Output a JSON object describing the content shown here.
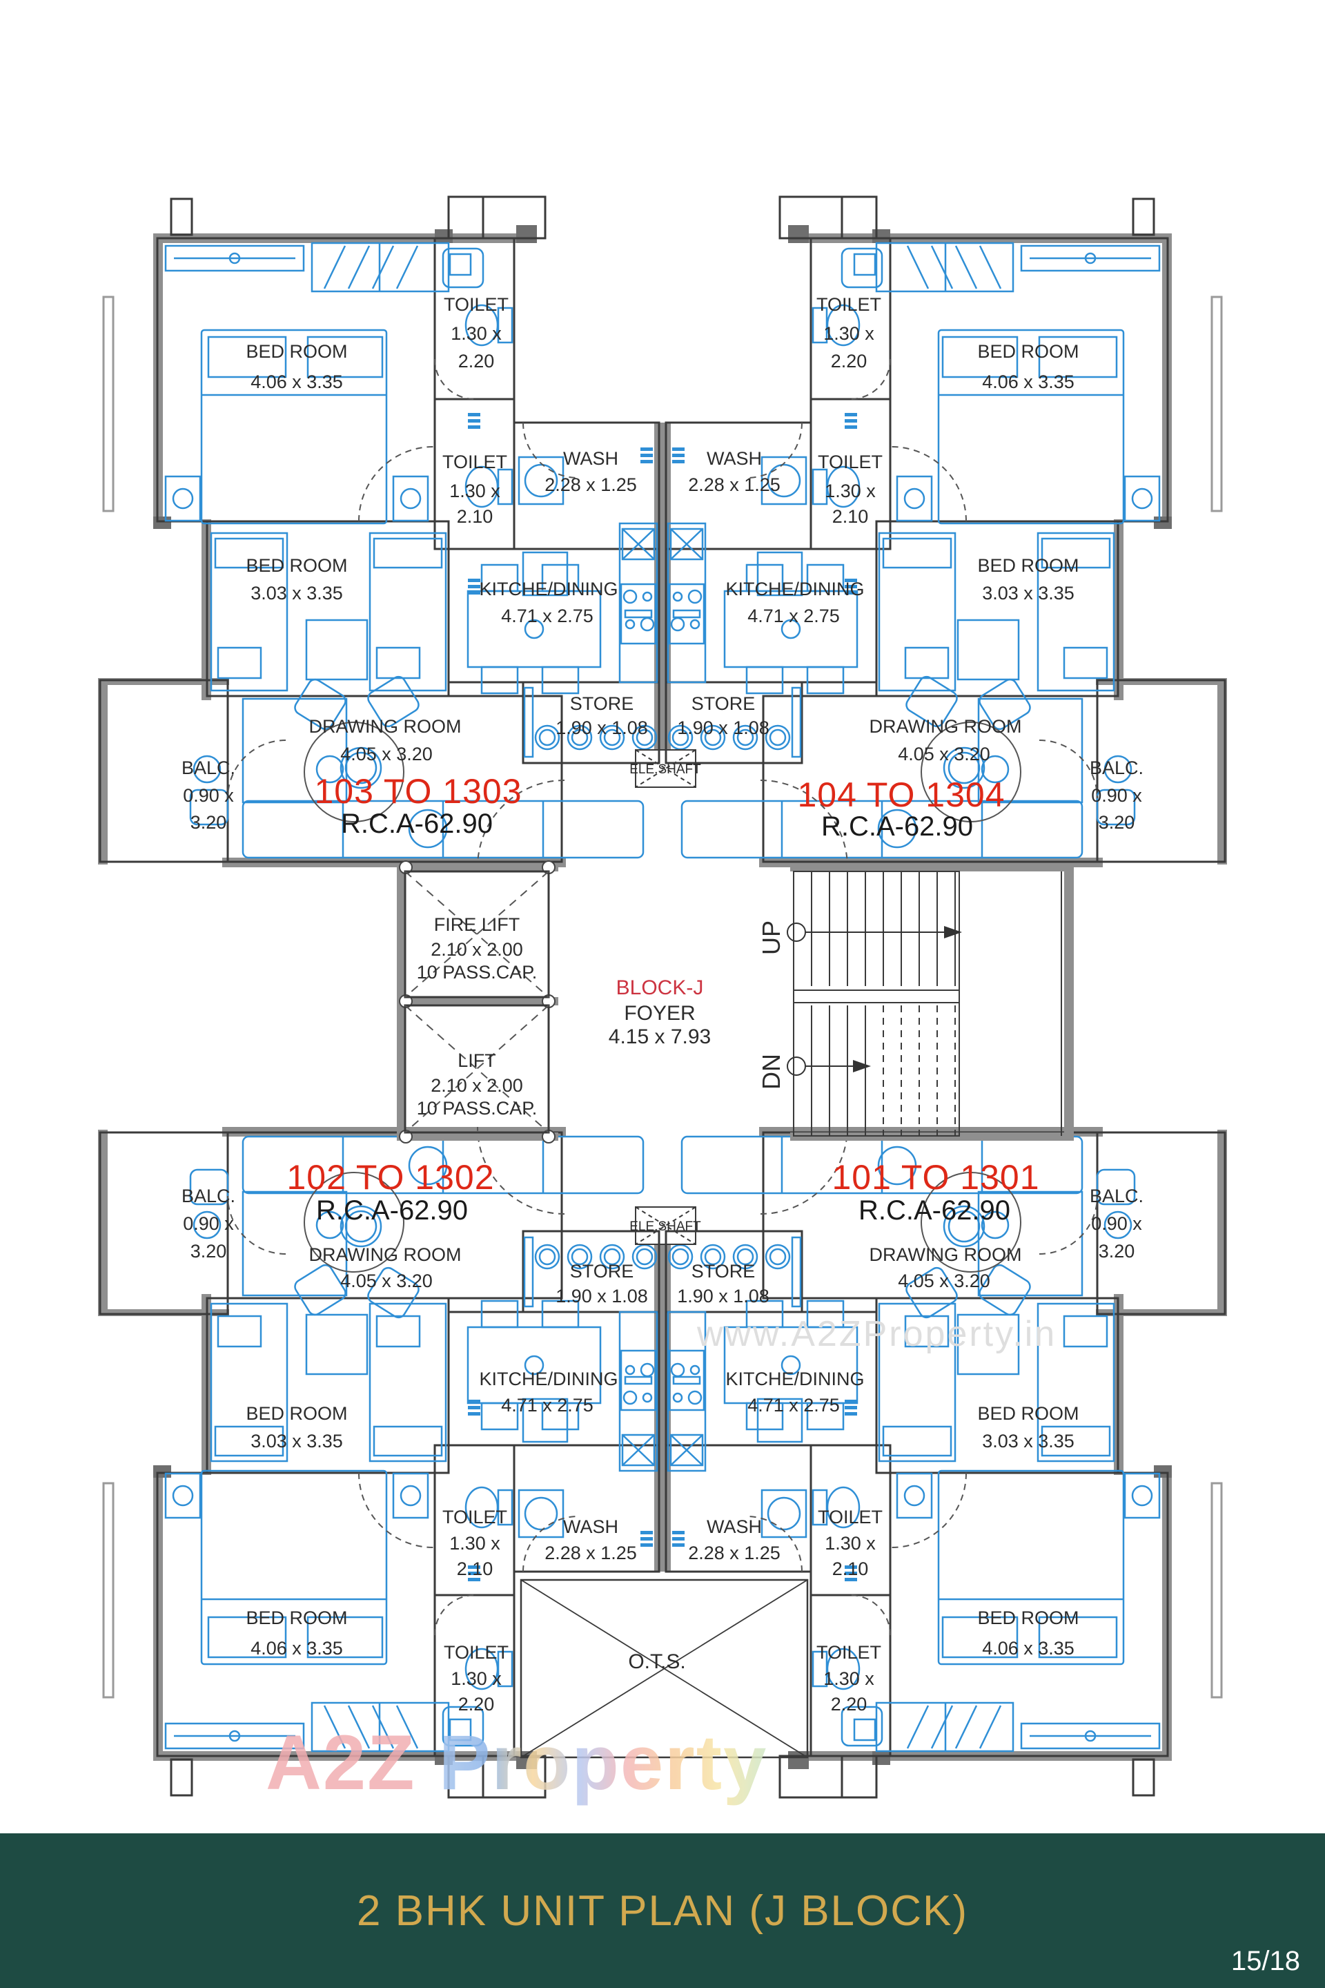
{
  "page": {
    "number": "15/18"
  },
  "footer": {
    "title": "2 BHK UNIT PLAN (J BLOCK)"
  },
  "watermarks": {
    "center": "www.A2ZProperty.in",
    "brand_a2z": "A2Z",
    "brand_property": "Property"
  },
  "units": {
    "u103": {
      "label": "103 TO 1303",
      "rca": "R.C.A-62.90"
    },
    "u104": {
      "label": "104 TO 1304",
      "rca": "R.C.A-62.90"
    },
    "u102": {
      "label": "102 TO 1302",
      "rca": "R.C.A-62.90"
    },
    "u101": {
      "label": "101 TO 1301",
      "rca": "R.C.A-62.90"
    }
  },
  "rooms": {
    "bedroom_big": {
      "name": "BED ROOM",
      "dims": "4.06 x 3.35"
    },
    "bedroom_small": {
      "name": "BED ROOM",
      "dims": "3.03 x 3.35"
    },
    "toilet_a": {
      "name": "TOILET",
      "d1": "1.30 x",
      "d2": "2.20"
    },
    "toilet_b": {
      "name": "TOILET",
      "d1": "1.30 x",
      "d2": "2.10"
    },
    "wash": {
      "name": "WASH",
      "dims": "2.28 x 1.25"
    },
    "kitchen": {
      "name": "KITCHE/DINING",
      "dims": "4.71 x 2.75"
    },
    "store": {
      "name": "STORE",
      "dims": "1.90 x 1.08"
    },
    "drawing": {
      "name": "DRAWING ROOM",
      "dims": "4.05 x 3.20"
    },
    "balcony": {
      "name": "BALC.",
      "d1": "0.90 x",
      "d2": "3.20"
    }
  },
  "core": {
    "fire_lift": {
      "name": "FIRE LIFT",
      "dims": "2.10 x 2.00",
      "cap": "10 PASS.CAP."
    },
    "lift": {
      "name": "LIFT",
      "dims": "2.10 x 2.00",
      "cap": "10 PASS.CAP."
    },
    "block": "BLOCK-J",
    "foyer": "FOYER",
    "foyer_dims": "4.15 x 7.93",
    "ele_shaft": "ELE.SHAFT",
    "up": "UP",
    "dn": "DN",
    "ots": "O.T.S."
  },
  "colors": {
    "unit_number_red": "#de2817",
    "block_red": "#cc3340",
    "footer_bg": "#1e4b43",
    "footer_gold": "#d2a94f",
    "furniture_blue": "#2f8fd6",
    "wall_gray": "#8f8f8f",
    "line_dark": "#3a3a3a",
    "watermark_gray": "#dedede",
    "page_number_white": "#ffffff"
  }
}
